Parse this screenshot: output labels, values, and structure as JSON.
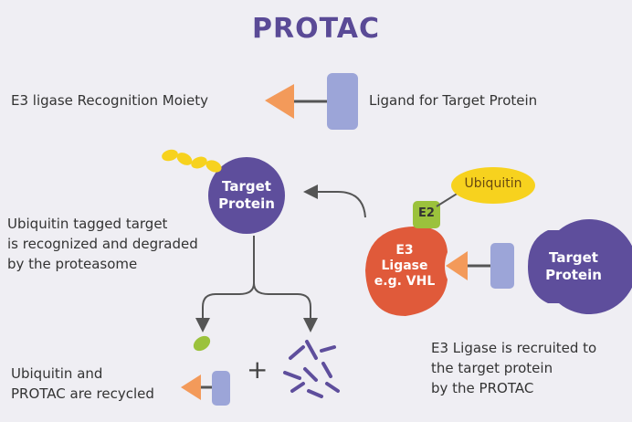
{
  "title": "PROTAC",
  "legend": {
    "e3_moiety": "E3 ligase Recognition Moiety",
    "target_ligand": "Ligand for Target Protein"
  },
  "nodes": {
    "target_protein_right": [
      "Target",
      "Protein"
    ],
    "target_protein_top": [
      "Target",
      "Protein"
    ],
    "e3_ligase": [
      "E3",
      "Ligase",
      "e.g. VHL"
    ],
    "e2": "E2",
    "ubiquitin": "Ubiquitin"
  },
  "captions": {
    "recruit": [
      "E3 Ligase is recruited to",
      "the target protein",
      "by the PROTAC"
    ],
    "degrade": [
      "Ubiquitin tagged target",
      "is recognized and degraded",
      "by the proteasome"
    ],
    "recycle": [
      "Ubiquitin and",
      "PROTAC are recycled"
    ]
  },
  "plus": "+",
  "colors": {
    "purple": "#5e4e9c",
    "red": "#e05a3a",
    "orange": "#f39a5a",
    "lavender": "#9ca5d8",
    "yellow": "#f7d21e",
    "green": "#9bc23c"
  }
}
